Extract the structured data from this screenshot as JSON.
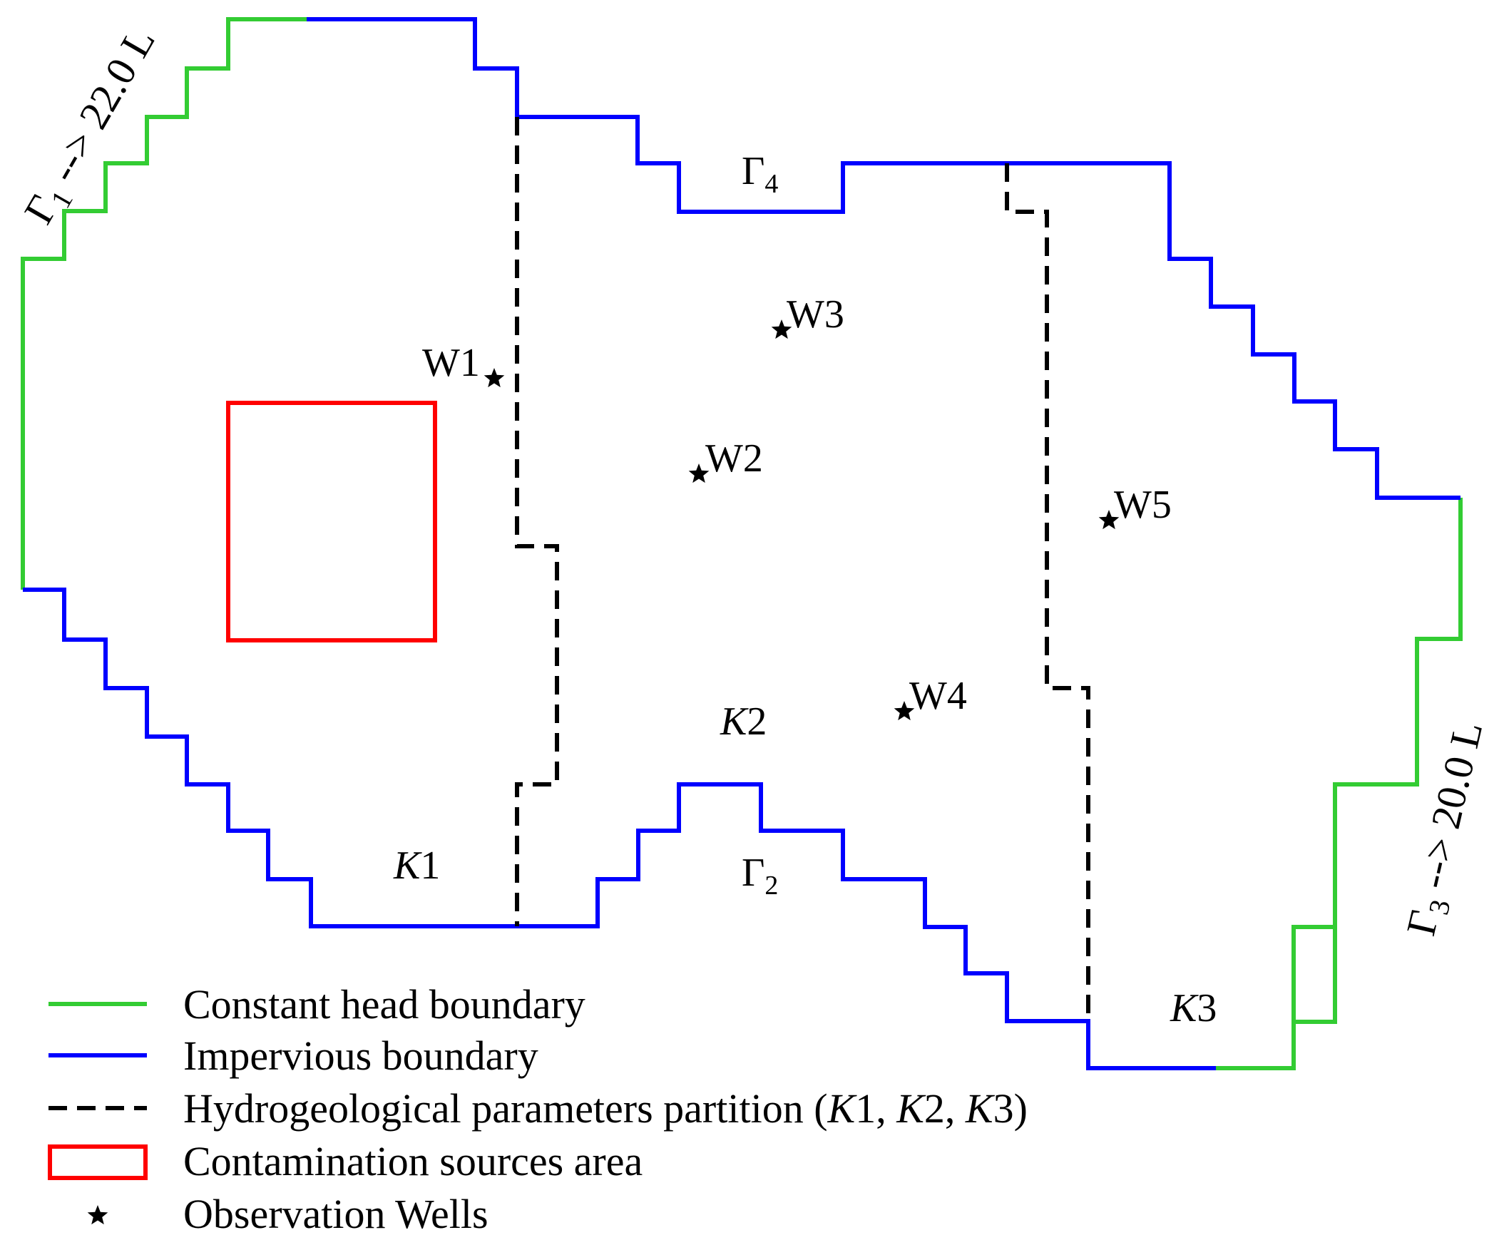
{
  "colors": {
    "constant_head": "#33cc33",
    "impervious": "#0000ff",
    "partition": "#000000",
    "source_area": "#ff0000",
    "well": "#000000"
  },
  "boundaries": {
    "gamma1": {
      "sym": "Γ",
      "sub": "1",
      "value": " --> 22.0 L"
    },
    "gamma2": {
      "sym": "Γ",
      "sub": "2"
    },
    "gamma3": {
      "sym": "Γ",
      "sub": "3",
      "value": " --> 20.0 L"
    },
    "gamma4": {
      "sym": "Γ",
      "sub": "4"
    }
  },
  "zones": {
    "k1": {
      "k": "K",
      "n": "1"
    },
    "k2": {
      "k": "K",
      "n": "2"
    },
    "k3": {
      "k": "K",
      "n": "3"
    }
  },
  "wells": [
    {
      "id": "w1",
      "label": "W1"
    },
    {
      "id": "w2",
      "label": "W2"
    },
    {
      "id": "w3",
      "label": "W3"
    },
    {
      "id": "w4",
      "label": "W4"
    },
    {
      "id": "w5",
      "label": "W5"
    }
  ],
  "legend": {
    "constant_head": "Constant head boundary",
    "impervious": "Impervious boundary",
    "partition": {
      "text": "Hydrogeological parameters partition (",
      "k1_k": "K",
      "k1_n": "1",
      "sep1": ", ",
      "k2_k": "K",
      "k2_n": "2",
      "sep2": ", ",
      "k3_k": "K",
      "k3_n": "3",
      "close": ")"
    },
    "sources": "Contamination sources area",
    "wells": "Observation Wells"
  }
}
